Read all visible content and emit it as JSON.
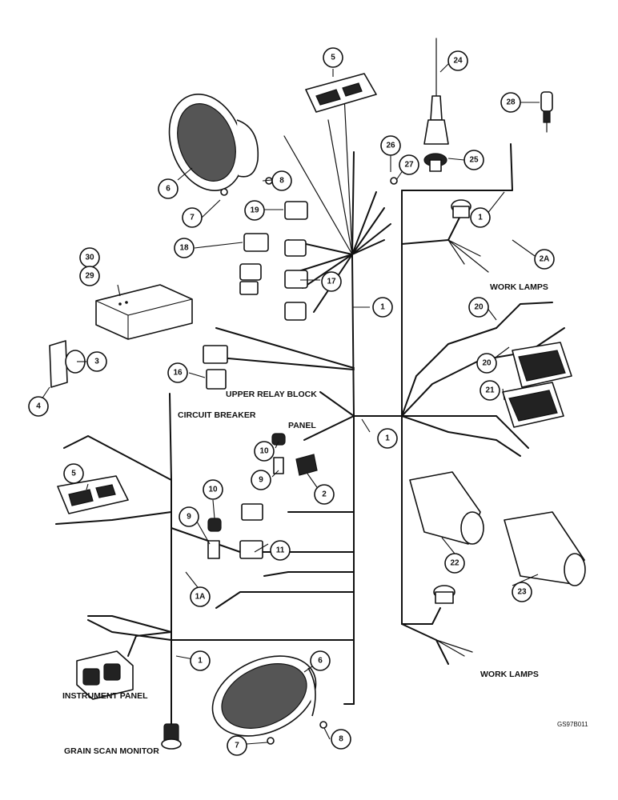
{
  "labels": {
    "work_lamps_upper": "WORK LAMPS",
    "work_lamps_lower": "WORK LAMPS",
    "upper_relay_block": "UPPER RELAY BLOCK",
    "circuit_breaker_1": "CIRCUIT BREAKER",
    "circuit_breaker_2": "PANEL",
    "instrument_panel": "INSTRUMENT PANEL",
    "grain_scan_monitor": "GRAIN SCAN MONITOR",
    "figure_code": "GS97B011"
  },
  "callouts": {
    "c5a": "5",
    "c24": "24",
    "c28": "28",
    "c6a": "6",
    "c8a": "8",
    "c26": "26",
    "c27": "27",
    "c25": "25",
    "c7a": "7",
    "c19": "19",
    "c1a": "1",
    "c18": "18",
    "c2a": "2A",
    "c30": "30",
    "c29": "29",
    "c17": "17",
    "c1b": "1",
    "c20a": "20",
    "c3": "3",
    "c20b": "20",
    "c4": "4",
    "c16": "16",
    "c21": "21",
    "c1c": "1",
    "c10a": "10",
    "c9a": "9",
    "c2": "2",
    "c5b": "5",
    "c10b": "10",
    "c9b": "9",
    "c11": "11",
    "c22": "22",
    "c23": "23",
    "c1a_sub": "1A",
    "c1d": "1",
    "c6b": "6",
    "c7b": "7",
    "c8b": "8"
  }
}
